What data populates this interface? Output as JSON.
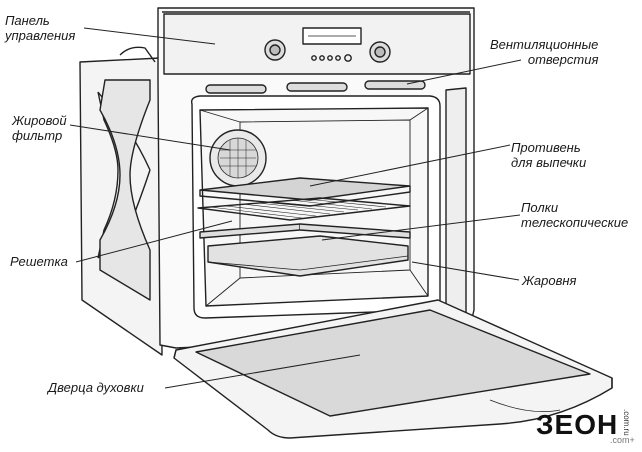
{
  "labels": {
    "control_panel": "Панель\nуправления",
    "vents": "Вентиляционные\nотверстия",
    "grease_filter": "Жировой\nфильтр",
    "baking_tray": "Противень\nдля выпечки",
    "telescopic_shelves": "Полки\nтелескопические",
    "rack": "Решетка",
    "roasting_pan": "Жаровня",
    "oven_door": "Дверца духовки"
  },
  "logo": {
    "main": "ЗЕОН",
    "side": ".com.ru",
    "suffix": ".com+"
  },
  "colors": {
    "line": "#222222",
    "shade": "#cfcfcf",
    "light_shade": "#e6e6e6"
  }
}
